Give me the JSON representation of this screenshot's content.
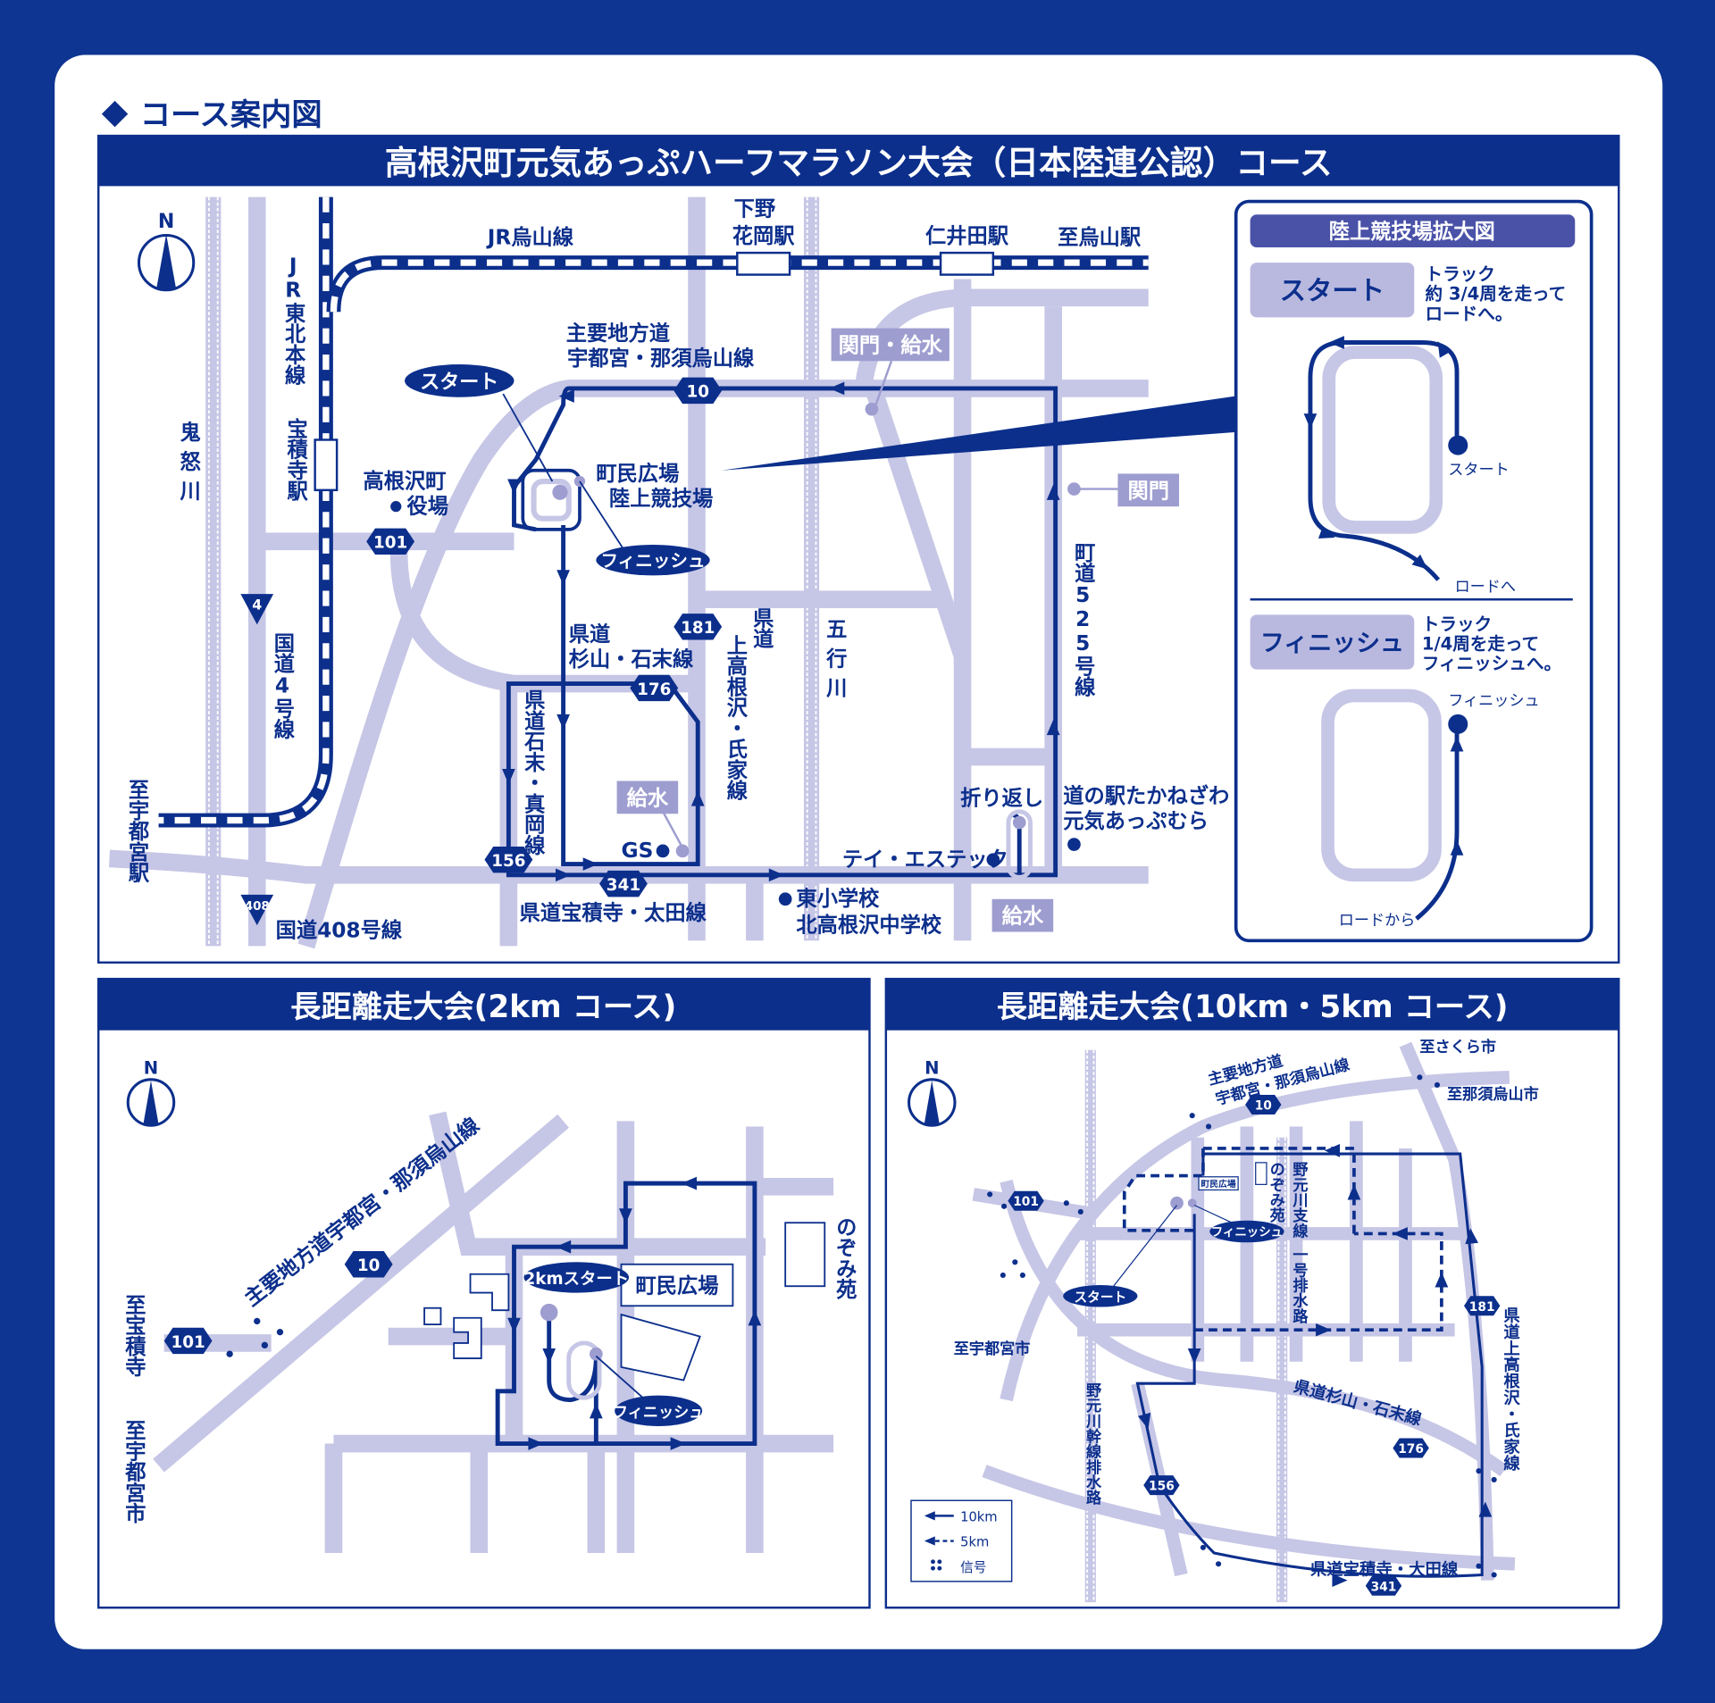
{
  "section_title": "コース案内図",
  "main": {
    "title": "高根沢町元気あっぷハーフマラソン大会（日本陸連公認）コース",
    "compass": "N",
    "labels": {
      "jr_karasuyama": "JR烏山線",
      "shimotsuke_1": "下野",
      "shimotsuke_2": "花岡駅",
      "niita": "仁井田駅",
      "to_karasuyama": "至烏山駅",
      "jr_tohoku": "JR東北本線",
      "hoshakuji": "宝積寺駅",
      "kinugawa": "鬼怒川",
      "route4": "国道4号線",
      "to_utsunomiya": "至宇都宮駅",
      "route408": "国道408号線",
      "main_road_1": "主要地方道",
      "main_road_2": "宇都宮・那須烏山線",
      "town_office_1": "高根沢町",
      "town_office_2": "役場",
      "plaza_1": "町民広場",
      "plaza_2": "陸上競技場",
      "sugiyama_1": "県道",
      "sugiyama_2": "杉山・石末線",
      "ishizue_moka": "県道石末・真岡線",
      "kamitaka_1": "県道",
      "kamitaka_2": "上高根沢・氏家線",
      "gogyo": "五行川",
      "town_road": "町道525号線",
      "hoshakuji_ota": "県道宝積寺・太田線",
      "gs": "GS",
      "ts_tech": "テイ・エステック",
      "school_1": "東小学校",
      "school_2": "北高根沢中学校",
      "turnaround": "折り返し",
      "michinoeki_1": "道の駅たかねざわ",
      "michinoeki_2": "元気あっぷむら"
    },
    "badges": {
      "start": "スタート",
      "finish": "フィニッシュ",
      "checkpoint_water": "関門・給水",
      "checkpoint": "関門",
      "water_1": "給水",
      "water_2": "給水"
    },
    "shields": [
      "10",
      "101",
      "181",
      "176",
      "156",
      "341",
      "4",
      "408"
    ],
    "inset": {
      "title": "陸上競技場拡大図",
      "start_label": "スタート",
      "start_desc": [
        "トラック",
        "約 3/4周を走って",
        "ロードへ。"
      ],
      "start_point": "スタート",
      "to_road": "ロードへ",
      "finish_label": "フィニッシュ",
      "finish_desc": [
        "トラック",
        "1/4周を走って",
        "フィニッシュへ。"
      ],
      "finish_point": "フィニッシュ",
      "from_road": "ロードから"
    }
  },
  "course2k": {
    "title": "長距離走大会(2km コース)",
    "compass": "N",
    "road_label": "主要地方道宇都宮・那須烏山線",
    "shields": [
      "10",
      "101"
    ],
    "to_hoshakuji": "至宝積寺",
    "to_utsunomiya": "至宇都宮市",
    "nozomien": "のぞみ苑",
    "plaza": "町民広場",
    "start": "2kmスタート",
    "finish": "フィニッシュ"
  },
  "course10k": {
    "title": "長距離走大会(10km・5km コース)",
    "compass": "N",
    "road_label_1": "主要地方道",
    "road_label_2": "宇都宮・那須烏山線",
    "to_sakura": "至さくら市",
    "to_nasukarasuyama": "至那須烏山市",
    "to_utsunomiya": "至宇都宮市",
    "nozomien": "のぞみ苑",
    "plaza": "町民広場",
    "nomoto_branch": "野元川支線",
    "drain_1": "一号排水路",
    "nomoto_trunk": "野元川幹線排水路",
    "sugiyama": "県道杉山・石末線",
    "kamitaka": "県道上高根沢・氏家線",
    "hoshakuji_ota": "県道宝積寺・大田線",
    "start": "スタート",
    "finish": "フィニッシュ",
    "shields": [
      "10",
      "101",
      "181",
      "176",
      "156",
      "341"
    ],
    "legend": {
      "solid": "10km",
      "dashed": "5km",
      "signal": "信号"
    }
  },
  "colors": {
    "primary": "#0c2f8c",
    "road": "#c6c6e6",
    "badge": "#9d9dd0"
  }
}
